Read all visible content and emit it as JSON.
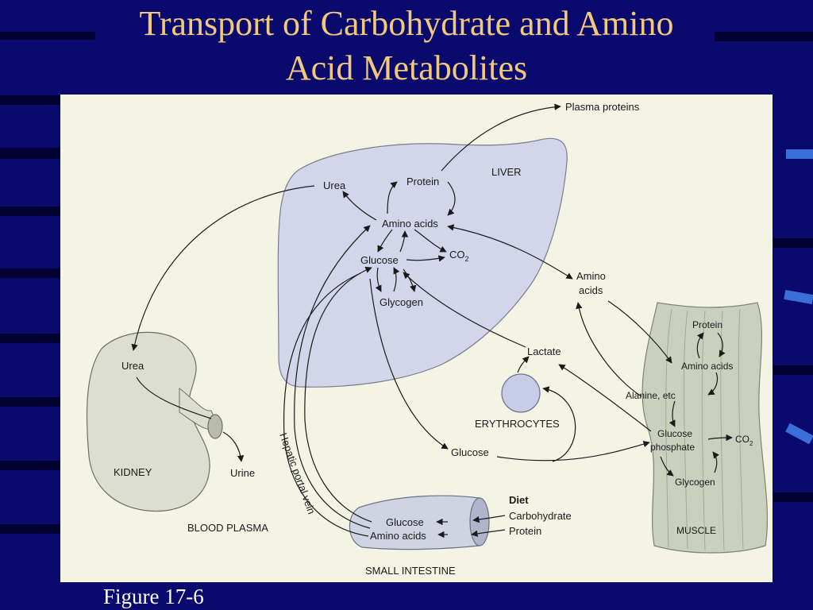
{
  "slide": {
    "title_line1": "Transport of Carbohydrate and Amino",
    "title_line2": "Acid Metabolites",
    "caption": "Figure 17-6"
  },
  "colors": {
    "background": "#0a0a6e",
    "title": "#f2c97a",
    "organ_liver": "#d3d6ea",
    "organ_kidney": "#dcdfcf",
    "organ_muscle": "#c9d0be",
    "figure_bg": "#f4f4e4"
  },
  "diagram": {
    "liver": {
      "name": "LIVER",
      "urea": "Urea",
      "protein": "Protein",
      "amino_acids": "Amino acids",
      "glucose": "Glucose",
      "co2": "CO",
      "co2_sub": "2",
      "glycogen": "Glycogen"
    },
    "plasma_proteins": "Plasma proteins",
    "blood_amino_acids_1": "Amino",
    "blood_amino_acids_2": "acids",
    "lactate": "Lactate",
    "erythrocytes": "ERYTHROCYTES",
    "blood_glucose": "Glucose",
    "kidney": {
      "name": "KIDNEY",
      "urea": "Urea",
      "urine": "Urine"
    },
    "blood_plasma": "BLOOD PLASMA",
    "hepatic_portal_vein": "Hepatic portal vein",
    "intestine": {
      "name": "SMALL INTESTINE",
      "glucose": "Glucose",
      "amino_acids": "Amino acids"
    },
    "diet": {
      "title": "Diet",
      "carbohydrate": "Carbohydrate",
      "protein": "Protein"
    },
    "muscle": {
      "name": "MUSCLE",
      "protein": "Protein",
      "amino_acids": "Amino acids",
      "alanine": "Alanine, etc",
      "glucose_phosphate_1": "Glucose",
      "glucose_phosphate_2": "phosphate",
      "co2": "CO",
      "co2_sub": "2",
      "glycogen": "Glycogen"
    }
  }
}
